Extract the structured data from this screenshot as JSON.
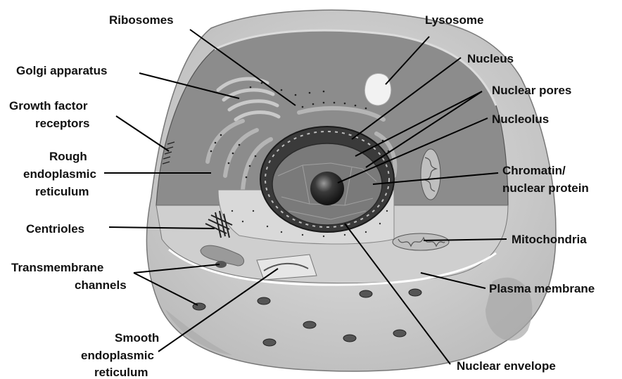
{
  "diagram": {
    "labels": {
      "ribosomes": "Ribosomes",
      "lysosome": "Lysosome",
      "golgi": "Golgi apparatus",
      "nucleus": "Nucleus",
      "nuclear_pores": "Nuclear pores",
      "growth_factor_1": "Growth factor",
      "growth_factor_2": "receptors",
      "nucleolus": "Nucleolus",
      "rough_er_1": "Rough",
      "rough_er_2": "endoplasmic",
      "rough_er_3": "reticulum",
      "chromatin_1": "Chromatin/",
      "chromatin_2": "nuclear protein",
      "centrioles": "Centrioles",
      "mitochondria": "Mitochondria",
      "transmembrane_1": "Transmembrane",
      "transmembrane_2": "channels",
      "plasma_membrane": "Plasma membrane",
      "smooth_er_1": "Smooth",
      "smooth_er_2": "endoplasmic",
      "smooth_er_3": "reticulum",
      "nuclear_envelope": "Nuclear envelope"
    },
    "colors": {
      "cell_outer": "#d8d8d8",
      "cytoplasm_cut": "#8c8c8c",
      "cytoplasm_light": "#cfcfcf",
      "organelle_light": "#bdbdbd",
      "nucleus_dark": "#333333",
      "nucleus_inner": "#7a7a7a",
      "nucleolus": "#2a2a2a",
      "leader_line": "#000000"
    }
  }
}
